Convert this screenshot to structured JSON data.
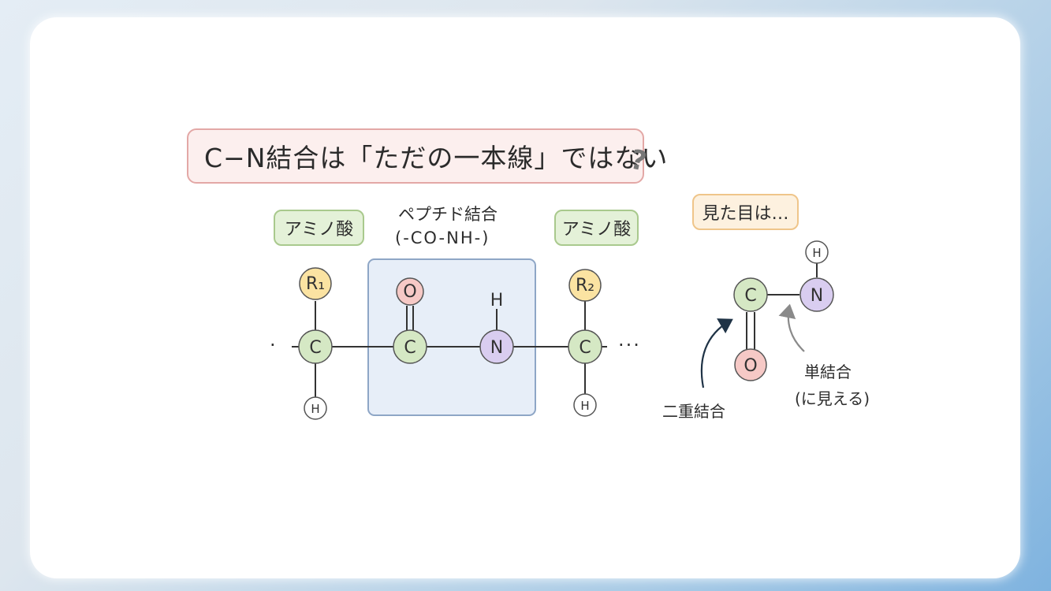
{
  "title": "C−N結合は「ただの一本線」ではない",
  "title_mark": "?",
  "labels": {
    "amino_acid_left": "アミノ酸",
    "peptide_bond": "ペプチド結合",
    "peptide_formula": "(-CO-NH-)",
    "amino_acid_right": "アミノ酸",
    "appearance": "見た目は…",
    "double_bond": "二重結合",
    "single_bond": "単結合",
    "single_bond_note": "(に見える)"
  },
  "atoms": {
    "c": "C",
    "n": "N",
    "o": "O",
    "h": "H",
    "r1": "R₁",
    "r2": "R₂"
  },
  "dots": {
    "left": "·",
    "right": "···"
  },
  "colors": {
    "carbon": "#d5e8c4",
    "nitrogen": "#d9cdf0",
    "oxygen": "#f6c9c6",
    "r_group": "#fbe3a2",
    "hydrogen": "#ffffff",
    "highlight": "#e7eef8"
  }
}
